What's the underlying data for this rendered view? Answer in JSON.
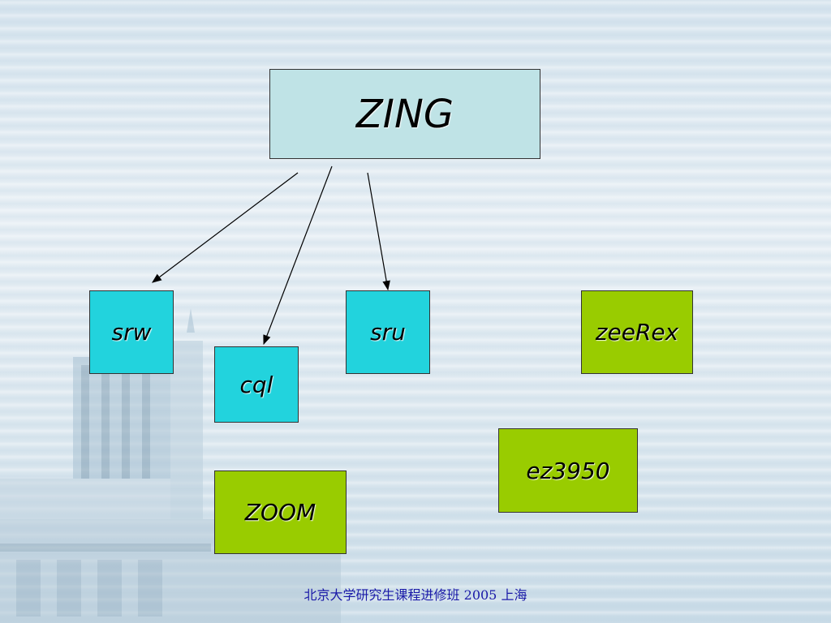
{
  "diagram": {
    "root": {
      "label": "ZING"
    },
    "children_linked": [
      {
        "id": "srw",
        "label": "srw",
        "color": "#22d3dd"
      },
      {
        "id": "cql",
        "label": "cql",
        "color": "#22d3dd"
      },
      {
        "id": "sru",
        "label": "sru",
        "color": "#22d3dd"
      }
    ],
    "other_nodes": [
      {
        "id": "zeerex",
        "label": "zeeRex",
        "color": "#99cc00"
      },
      {
        "id": "ez3950",
        "label": "ez3950",
        "color": "#99cc00"
      },
      {
        "id": "zoom",
        "label": "ZOOM",
        "color": "#99cc00"
      }
    ]
  },
  "footer": {
    "text": "北京大学研究生课程进修班   2005  上海"
  }
}
